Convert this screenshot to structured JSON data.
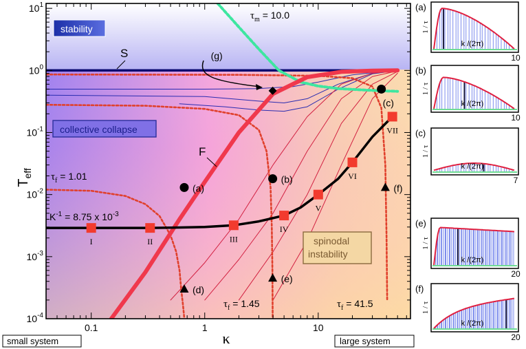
{
  "chart_data": {
    "type": "line",
    "main": {
      "ylabel_base": "T",
      "ylabel_sub": "eff",
      "xlabel": "κ",
      "x_scale": "log",
      "y_scale": "log",
      "xlim": [
        0.04,
        65
      ],
      "ylim": [
        0.0001,
        12
      ],
      "x_ticks": [
        {
          "value": 0.1,
          "label": "0.1"
        },
        {
          "value": 1,
          "label": "1"
        },
        {
          "value": 10,
          "label": "10"
        }
      ],
      "y_ticks": [
        {
          "value": 0.0001,
          "base": "10",
          "exp": "-4"
        },
        {
          "value": 0.001,
          "base": "10",
          "exp": "-3"
        },
        {
          "value": 0.01,
          "base": "10",
          "exp": "-2"
        },
        {
          "value": 0.1,
          "base": "10",
          "exp": "-1"
        },
        {
          "value": 1,
          "base": "10",
          "exp": "0"
        },
        {
          "value": 10,
          "base": "10",
          "exp": "1"
        }
      ],
      "region_labels": {
        "stability": "stability",
        "collective_collapse": "collective collapse",
        "spinodal_line1": "spinodal",
        "spinodal_line2": "instability"
      },
      "corner_labels": {
        "left": "small system",
        "right": "large system"
      },
      "curve_labels": {
        "S": "S",
        "F": "F",
        "tau_m": "τ",
        "tau_m_sub": "m",
        "tau_m_value": " = 10.0",
        "K_inv": "K",
        "K_inv_exp": "-1",
        "K_inv_value": " = 8.75 x 10",
        "K_inv_value_exp": "-3"
      },
      "tau_f_labels": [
        {
          "prefix": "τ",
          "sub": "f",
          "value": " = 1.01"
        },
        {
          "prefix": "τ",
          "sub": "f",
          "value": " = 1.45"
        },
        {
          "prefix": "τ",
          "sub": "f",
          "value": " = 41.5"
        }
      ],
      "series": [
        {
          "id": "K_inverse",
          "style": "black-thick",
          "x": [
            0.04,
            0.1,
            0.2,
            0.33,
            0.6,
            1.0,
            1.8,
            3.0,
            5.0,
            7.0,
            10,
            15,
            20,
            30,
            45
          ],
          "y": [
            0.0029,
            0.0029,
            0.0029,
            0.0029,
            0.00295,
            0.003,
            0.0032,
            0.0037,
            0.0046,
            0.0062,
            0.01,
            0.018,
            0.033,
            0.085,
            0.18
          ]
        },
        {
          "id": "F",
          "style": "red-thick",
          "x": [
            0.15,
            0.3,
            0.6,
            1.0,
            2.0,
            4.0,
            8.0,
            16,
            30,
            50
          ],
          "y": [
            0.0001,
            0.00056,
            0.004,
            0.016,
            0.1,
            0.42,
            0.78,
            0.95,
            0.99,
            1.0
          ]
        },
        {
          "id": "S",
          "style": "navy-thick",
          "x": [
            0.04,
            50
          ],
          "y": [
            1.0,
            1.0
          ]
        },
        {
          "id": "tau_m_10",
          "style": "green-dashed",
          "x": [
            1.3,
            2.0,
            3.0,
            4.5,
            7.0,
            10,
            15,
            22,
            35,
            50
          ],
          "y": [
            12,
            5.0,
            2.2,
            1.0,
            0.65,
            0.56,
            0.51,
            0.49,
            0.47,
            0.46
          ]
        },
        {
          "id": "tau_f_1.01",
          "style": "red-dotted",
          "x": [
            0.04,
            0.1,
            0.2,
            0.3,
            0.4,
            0.5,
            0.56,
            0.6,
            0.62,
            0.64,
            0.655,
            0.66
          ],
          "y": [
            0.012,
            0.0115,
            0.0095,
            0.007,
            0.0045,
            0.0022,
            0.0012,
            0.0006,
            0.0003,
            0.00018,
            0.00012,
            0.0001
          ]
        },
        {
          "id": "tau_f_1.45",
          "style": "red-dotted",
          "x": [
            0.04,
            0.3,
            1.0,
            2.0,
            3.0,
            3.5,
            3.8,
            3.9,
            3.95,
            3.97
          ],
          "y": [
            0.28,
            0.27,
            0.24,
            0.19,
            0.11,
            0.05,
            0.013,
            0.003,
            0.0006,
            0.0001
          ]
        },
        {
          "id": "tau_f_41.5",
          "style": "red-dotted",
          "x": [
            0.04,
            2.0,
            10,
            20,
            30,
            36,
            39,
            40,
            40.5
          ],
          "y": [
            0.86,
            0.85,
            0.82,
            0.75,
            0.55,
            0.25,
            0.03,
            0.002,
            0.0002
          ]
        },
        {
          "id": "thin_blue_1",
          "style": "blue-thin",
          "x": [
            0.04,
            1.0,
            3.0,
            6.0,
            10,
            20,
            40,
            50
          ],
          "y": [
            0.5,
            0.5,
            0.51,
            0.55,
            0.65,
            0.85,
            0.97,
            0.99
          ]
        },
        {
          "id": "thin_blue_2",
          "style": "blue-thin",
          "x": [
            0.04,
            1.0,
            3.0,
            5.0,
            8.0,
            15,
            30,
            50
          ],
          "y": [
            0.4,
            0.38,
            0.32,
            0.3,
            0.35,
            0.6,
            0.9,
            0.99
          ]
        },
        {
          "id": "thin_blue_3",
          "style": "blue-thin",
          "x": [
            0.6,
            1.5,
            3.0,
            5.0,
            8.0,
            15,
            30,
            50
          ],
          "y": [
            0.29,
            0.26,
            0.23,
            0.22,
            0.26,
            0.5,
            0.88,
            0.99
          ]
        },
        {
          "id": "thin_red_1",
          "style": "red-thin",
          "x": [
            0.5,
            1.0,
            2.0,
            4.0,
            8.0,
            16,
            30,
            50
          ],
          "y": [
            0.0002,
            0.0008,
            0.004,
            0.03,
            0.18,
            0.6,
            0.9,
            0.99
          ]
        },
        {
          "id": "thin_red_2",
          "style": "red-thin",
          "x": [
            1.0,
            2.0,
            4.0,
            8.0,
            16,
            30,
            50
          ],
          "y": [
            0.0002,
            0.0009,
            0.005,
            0.05,
            0.35,
            0.8,
            0.98
          ]
        },
        {
          "id": "thin_red_3",
          "style": "red-thin",
          "x": [
            2.0,
            4.0,
            8.0,
            16,
            30,
            50
          ],
          "y": [
            0.0002,
            0.0012,
            0.01,
            0.14,
            0.6,
            0.96
          ]
        },
        {
          "id": "thin_red_4",
          "style": "red-thin",
          "x": [
            4.0,
            8.0,
            16,
            30,
            50
          ],
          "y": [
            0.0002,
            0.0018,
            0.03,
            0.35,
            0.9
          ]
        }
      ],
      "square_markers": [
        {
          "label": "I",
          "x": 0.1,
          "y": 0.0029
        },
        {
          "label": "II",
          "x": 0.33,
          "y": 0.0029
        },
        {
          "label": "III",
          "x": 1.8,
          "y": 0.0032
        },
        {
          "label": "IV",
          "x": 5.0,
          "y": 0.0046
        },
        {
          "label": "V",
          "x": 10,
          "y": 0.01
        },
        {
          "label": "VI",
          "x": 20,
          "y": 0.033
        },
        {
          "label": "VII",
          "x": 45,
          "y": 0.18
        }
      ],
      "point_markers": [
        {
          "label": "(a)",
          "shape": "circle",
          "x": 0.66,
          "y": 0.013
        },
        {
          "label": "(b)",
          "shape": "circle",
          "x": 3.97,
          "y": 0.018
        },
        {
          "label": "(c)",
          "shape": "circle",
          "x": 36,
          "y": 0.5
        },
        {
          "label": "(d)",
          "shape": "triangle",
          "x": 0.66,
          "y": 0.0003
        },
        {
          "label": "(e)",
          "shape": "triangle",
          "x": 3.97,
          "y": 0.00045
        },
        {
          "label": "(f)",
          "shape": "triangle",
          "x": 39,
          "y": 0.013
        },
        {
          "label": "(g)",
          "shape": "diamond",
          "x": 3.97,
          "y": 0.47
        }
      ]
    },
    "insets": [
      {
        "panel": "(a)",
        "xlabel": "k /(2π)",
        "ylabel": "1 / τ",
        "xmax_label": "10",
        "peak": 0.95,
        "peak_pos": 0.1,
        "decay": "fast",
        "dark_bar": 0.12
      },
      {
        "panel": "(b)",
        "xlabel": "k /(2π)",
        "ylabel": "1 / τ",
        "xmax_label": "10",
        "peak": 0.8,
        "peak_pos": 0.12,
        "decay": "fast",
        "dark_bar": 0.38
      },
      {
        "panel": "(c)",
        "xlabel": "k /(2π)",
        "ylabel": "1 / τ",
        "xmax_label": "7",
        "peak": 0.2,
        "peak_pos": 0.5,
        "decay": "slow",
        "dark_bar": 0.62
      },
      {
        "panel": "(e)",
        "xlabel": "k /(2π)",
        "ylabel": "1 / τ",
        "xmax_label": "20",
        "peak": 0.88,
        "peak_pos": 0.08,
        "decay": "plateau",
        "dark_bar": 0.3
      },
      {
        "panel": "(f)",
        "xlabel": "k /(2π)",
        "ylabel": "1 / τ",
        "xmax_label": "20",
        "peak": 0.75,
        "peak_pos": 0.95,
        "decay": "rise",
        "dark_bar": 0.9
      }
    ]
  }
}
